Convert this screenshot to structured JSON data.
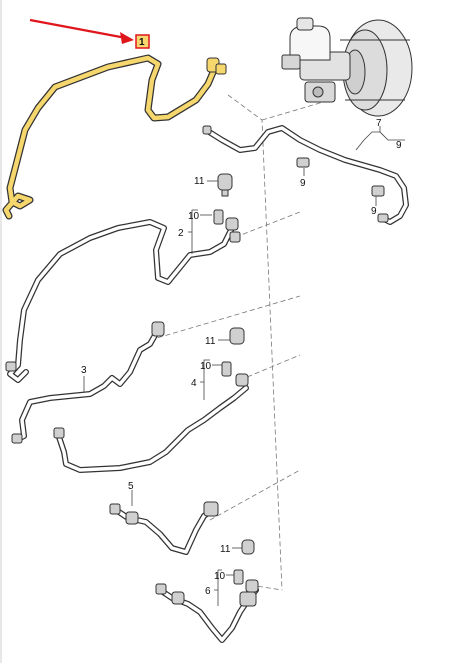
{
  "diagram": {
    "highlight_color": "#f5d76e",
    "arrow_color": "#e0161d",
    "line_color": "#444444",
    "callouts": {
      "c1": "1",
      "c2": "2",
      "c3": "3",
      "c4": "4",
      "c5": "5",
      "c6": "6",
      "c7": "7",
      "c9a": "9",
      "c9b": "9",
      "c9c": "9",
      "c10a": "10",
      "c10b": "10",
      "c10c": "10",
      "c11a": "11",
      "c11b": "11",
      "c11c": "11"
    }
  }
}
